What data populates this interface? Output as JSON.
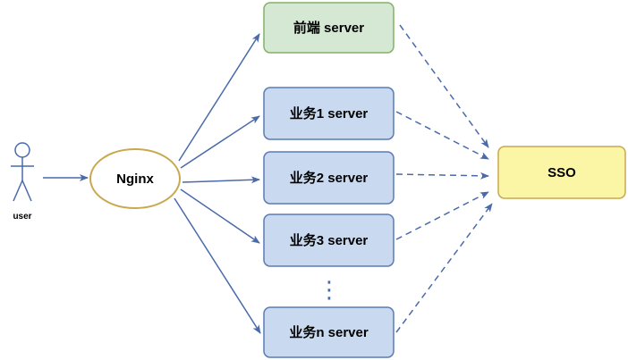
{
  "user": {
    "label": "user"
  },
  "gateway": {
    "label": "Nginx"
  },
  "servers": {
    "frontend": "前端 server",
    "biz1": "业务1 server",
    "biz2": "业务2 server",
    "biz3": "业务3 server",
    "ellipsis": "⋮",
    "bizn": "业务n server"
  },
  "sso": {
    "label": "SSO"
  },
  "colors": {
    "arrow": "#4a6aaa",
    "frontend_fill": "#d5e8d4",
    "frontend_stroke": "#82b366",
    "server_fill": "#c9daf0",
    "server_stroke": "#5a7bb5",
    "sso_fill": "#fbf5a6",
    "sso_stroke": "#c9a94f",
    "nginx_stroke": "#c9a94f",
    "user_stroke": "#4a6aaa"
  }
}
